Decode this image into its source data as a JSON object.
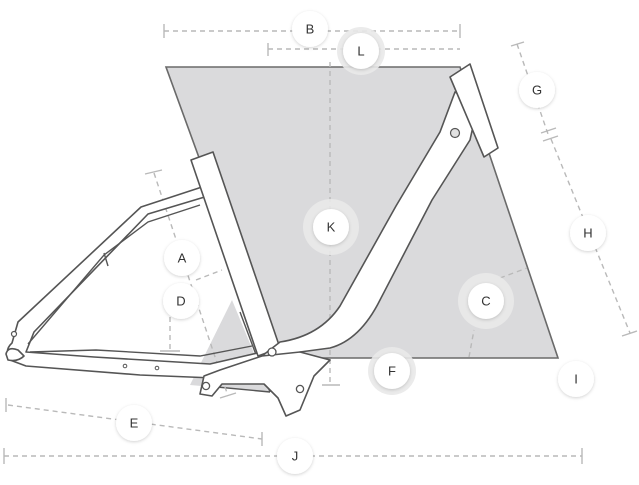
{
  "labels": {
    "A": "A",
    "B": "B",
    "C": "C",
    "D": "D",
    "E": "E",
    "F": "F",
    "G": "G",
    "H": "H",
    "I": "I",
    "J": "J",
    "K": "K",
    "L": "L"
  },
  "colors": {
    "geometry_fill": "#dadadc",
    "frame_stroke": "#555555",
    "dimension_line": "#b9b9b9",
    "badge_text": "#333333"
  }
}
